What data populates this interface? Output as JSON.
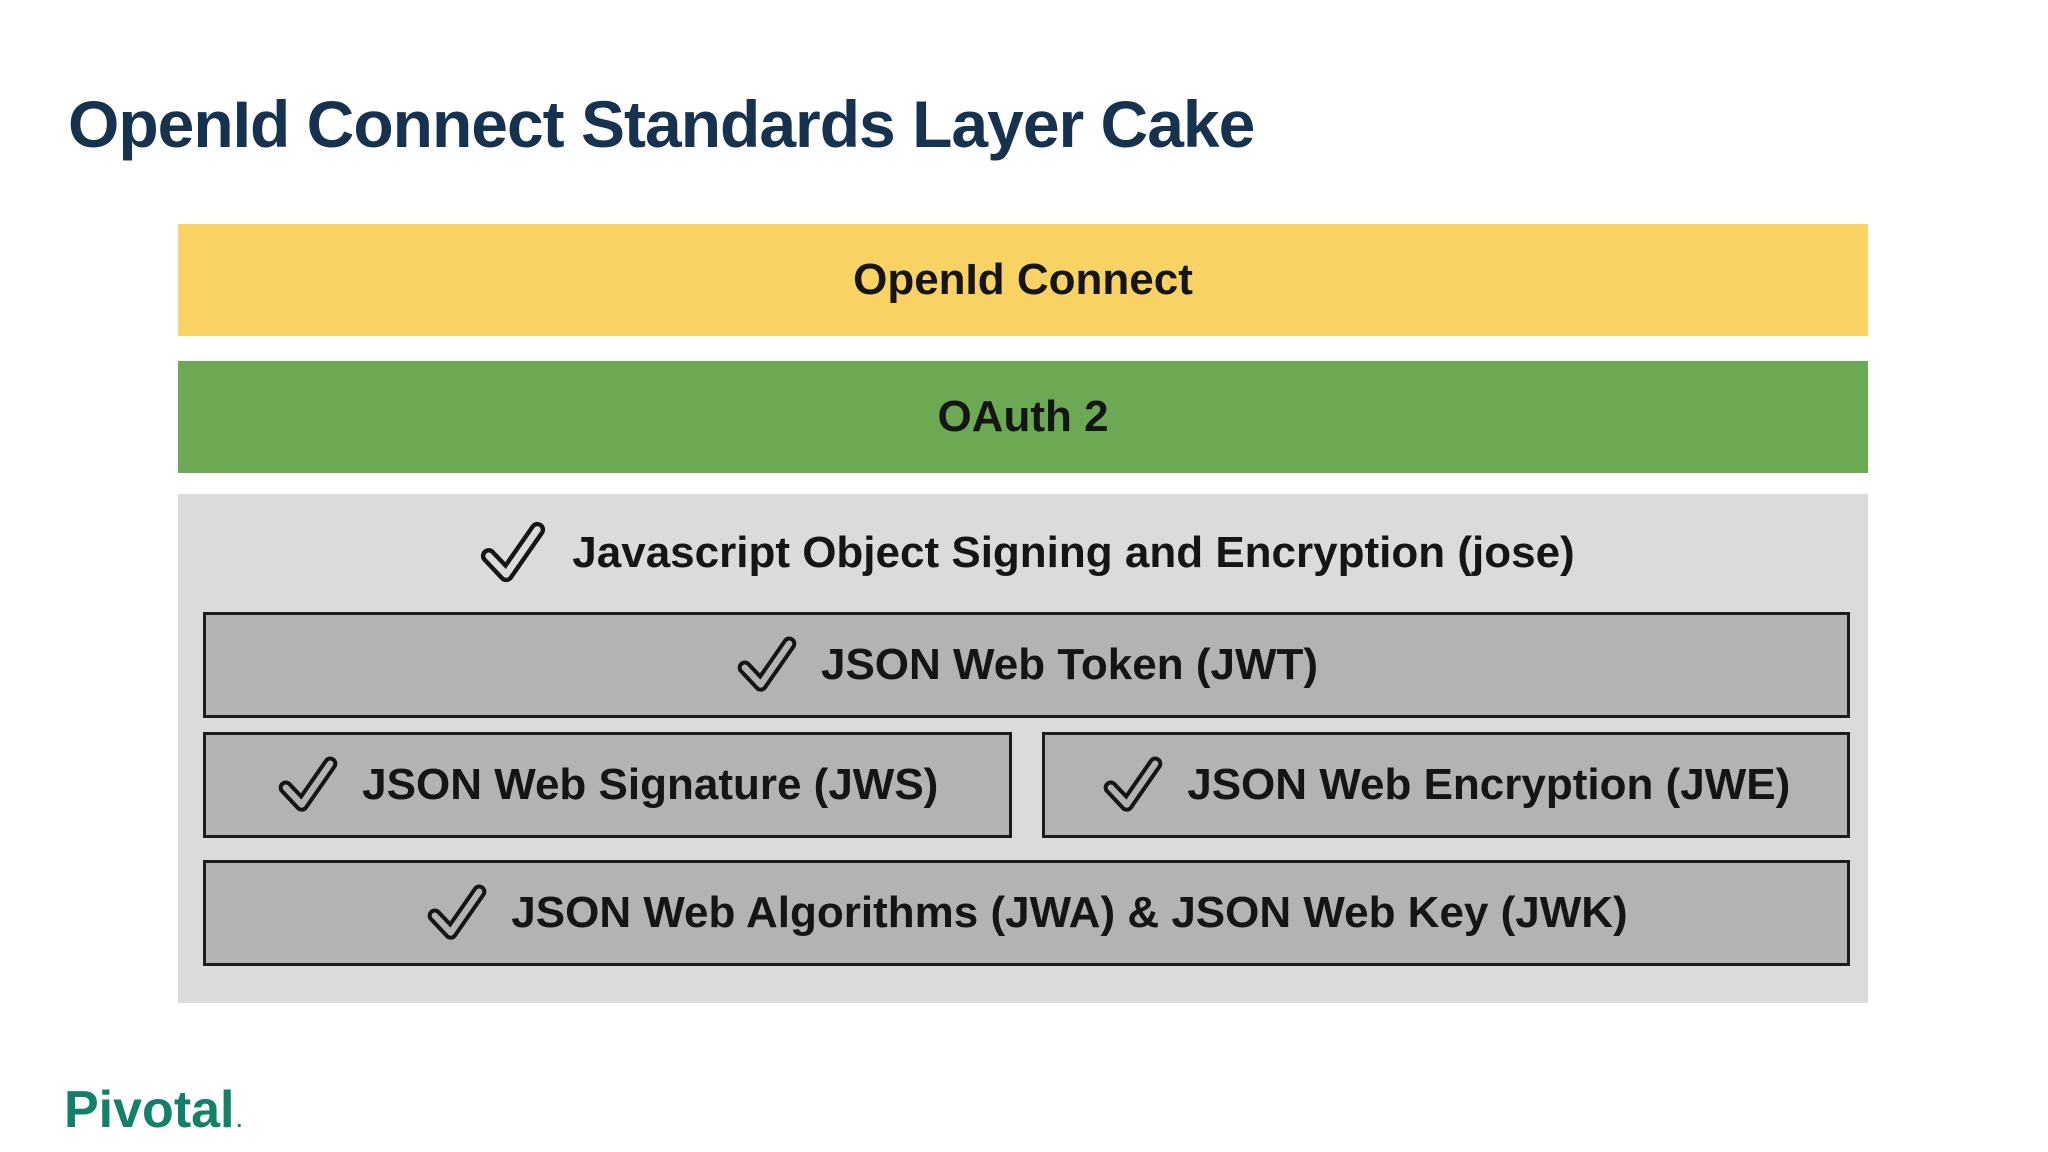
{
  "slide": {
    "title": "OpenId Connect Standards Layer Cake"
  },
  "layers": {
    "openid_connect": {
      "label": "OpenId Connect"
    },
    "oauth2": {
      "label": "OAuth 2"
    },
    "jose_group": {
      "label": "Javascript Object Signing and Encryption (jose)",
      "children": {
        "jwt": {
          "label": "JSON Web Token (JWT)"
        },
        "jws": {
          "label": "JSON Web Signature (JWS)"
        },
        "jwe": {
          "label": "JSON Web Encryption (JWE)"
        },
        "jwa_jwk": {
          "label": "JSON Web Algorithms (JWA) & JSON Web Key (JWK)"
        }
      }
    }
  },
  "footer": {
    "brand": "Pivotal",
    "mark": "."
  },
  "colors": {
    "title-navy": "#16324F",
    "layer-yellow": "#F8D262",
    "layer-green": "#6BA953",
    "group-gray": "#DBDBDB",
    "box-gray": "#B3B3B3",
    "box-border": "#1C1C1C",
    "text-black": "#151515",
    "brand-teal": "#13806A"
  }
}
